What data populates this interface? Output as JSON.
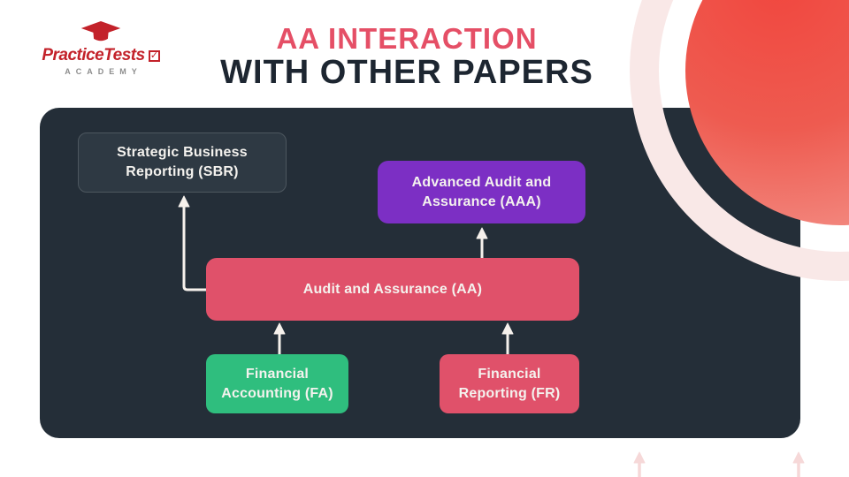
{
  "logo": {
    "brand": "PracticeTests",
    "checkbox": "✓",
    "academy": "ACADEMY"
  },
  "title": {
    "line1": "AA INTERACTION",
    "line2": "WITH OTHER PAPERS"
  },
  "nodes": {
    "sbr": {
      "label": "Strategic Business Reporting (SBR)"
    },
    "aaa": {
      "label": "Advanced Audit and Assurance (AAA)"
    },
    "aa": {
      "label": "Audit and Assurance (AA)"
    },
    "fa": {
      "label": "Financial Accounting (FA)"
    },
    "fr": {
      "label": "Financial Reporting (FR)"
    }
  },
  "edges": [
    {
      "from": "aa",
      "to": "sbr"
    },
    {
      "from": "aa",
      "to": "aaa"
    },
    {
      "from": "fa",
      "to": "aa"
    },
    {
      "from": "fr",
      "to": "aa"
    }
  ],
  "colors": {
    "panel": "#242e38",
    "node_sbr_bg": "#2e3943",
    "node_sbr_border": "#4d575f",
    "node_purple": "#7c2fc4",
    "node_pink": "#e0516a",
    "node_green": "#2fbe7e",
    "title_accent": "#e54f66",
    "title_dark": "#1d2631",
    "logo_red": "#c3222a",
    "arrow_white": "#f6f1ec",
    "decor_ring": "#f9e8e7",
    "decor_circle_core": "#f1473f",
    "decor_arrow_pink": "#f6d8d8"
  }
}
